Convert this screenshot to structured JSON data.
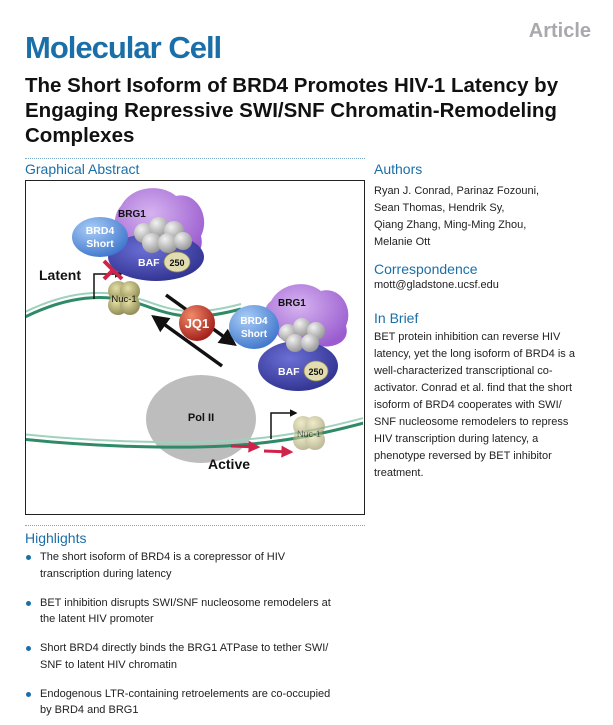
{
  "header": {
    "article_tag": "Article",
    "journal": "Molecular Cell",
    "title": "The Short Isoform of BRD4 Promotes HIV-1 Latency by Engaging Repressive SWI/SNF Chromatin-Remodeling Complexes"
  },
  "graphical_abstract": {
    "heading": "Graphical Abstract",
    "labels": {
      "latent": "Latent",
      "active": "Active",
      "brg1_top": "BRG1",
      "brd4_short_top_1": "BRD4",
      "brd4_short_top_2": "Short",
      "baf_top": "BAF",
      "baf250_top": "250",
      "nuc1_top": "Nuc-1",
      "jq1": "JQ1",
      "brg1_right": "BRG1",
      "brd4_short_right_1": "BRD4",
      "brd4_short_right_2": "Short",
      "baf_right": "BAF",
      "baf250_right": "250",
      "pol2": "Pol II",
      "nuc1_bottom": "Nuc-1"
    }
  },
  "authors": {
    "heading": "Authors",
    "lines": [
      "Ryan J. Conrad, Parinaz Fozouni,",
      "Sean Thomas, Hendrik Sy,",
      "Qiang Zhang, Ming-Ming Zhou,",
      "Melanie Ott"
    ]
  },
  "correspondence": {
    "heading": "Correspondence",
    "email": "mott@gladstone.ucsf.edu"
  },
  "in_brief": {
    "heading": "In Brief",
    "lines": [
      "BET protein inhibition can reverse HIV",
      "latency, yet the long isoform of BRD4 is a",
      "well-characterized transcriptional co-",
      "activator. Conrad et al. find that the short",
      "isoform of BRD4 cooperates with SWI/",
      "SNF nucleosome remodelers to repress",
      "HIV transcription during latency, a",
      "phenotype reversed by BET inhibitor",
      "treatment."
    ]
  },
  "highlights": {
    "heading": "Highlights",
    "items": [
      {
        "line1": "The short isoform of BRD4 is a corepressor of HIV",
        "line2": "transcription during latency"
      },
      {
        "line1": "BET inhibition disrupts SWI/SNF nucleosome remodelers at",
        "line2": "the latent HIV promoter"
      },
      {
        "line1": "Short BRD4 directly binds the BRG1 ATPase to tether SWI/",
        "line2": "SNF to latent HIV chromatin"
      },
      {
        "line1": "Endogenous LTR-containing retroelements are co-occupied",
        "line2": "by BRD4 and BRG1"
      }
    ]
  },
  "colors": {
    "brand_blue": "#1b6fa8",
    "brg1_purple": "#a66bd6",
    "brd4_blue": "#4e86d6",
    "baf_navy": "#3c3fa8",
    "baf250_cream": "#e2ddb0",
    "jq1_red": "#c0392b",
    "dna_green": "#2f8a68",
    "arrow_red": "#d0234a"
  }
}
